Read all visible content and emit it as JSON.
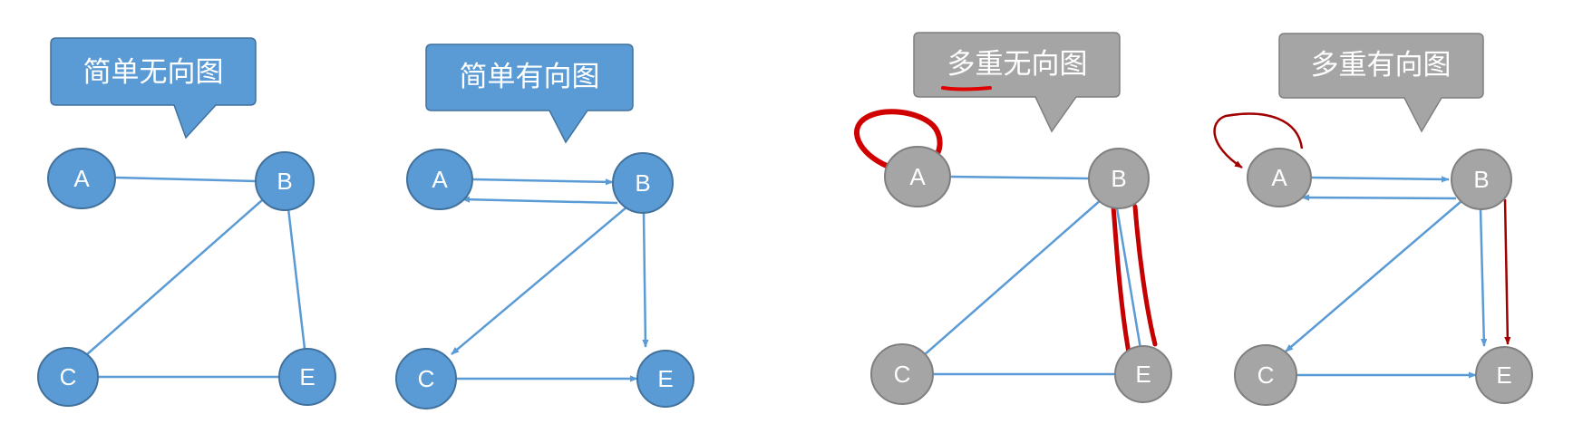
{
  "panels": [
    {
      "title": "简单无向图",
      "theme": "blue"
    },
    {
      "title": "简单有向图",
      "theme": "blue"
    },
    {
      "title": "多重无向图",
      "theme": "gray"
    },
    {
      "title": "多重有向图",
      "theme": "gray"
    }
  ],
  "node_labels": {
    "A": "A",
    "B": "B",
    "C": "C",
    "E": "E"
  },
  "colors": {
    "blue_fill": "#5b9bd5",
    "blue_stroke": "#41719c",
    "gray_fill": "#a5a5a5",
    "gray_stroke": "#7f7f7f",
    "edge": "#5b9bd5",
    "annotation_red": "#c00000"
  }
}
